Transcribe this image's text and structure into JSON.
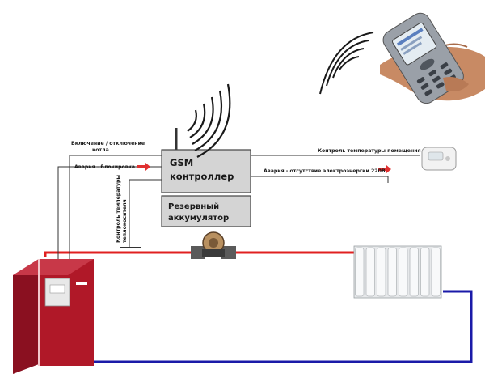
{
  "labels": {
    "boiler_switch_line1": "Включение / отключение",
    "boiler_switch_line2": "котла",
    "alarm_block": "Авария - блокировка",
    "room_temp": "Контроль температуры помещения",
    "power_alarm": "Авария - отсутствие электроэнергии 220В",
    "coolant_temp_line1": "Контроль температуры",
    "coolant_temp_line2": "теплоносителя"
  },
  "gsm_controller": {
    "line1": "GSM",
    "line2": "контроллер"
  },
  "backup_battery": {
    "line1": "Резервный",
    "line2": "аккумулятор"
  },
  "colors": {
    "supply_pipe": "#e02020",
    "return_pipe": "#1a1aa8",
    "signal_line": "#333333",
    "box_fill": "#d4d4d4",
    "box_stroke": "#444444",
    "boiler_body": "#b01828",
    "alarm_arrow": "#e03030"
  },
  "icons": [
    "phone-icon",
    "wireless-signal-icon",
    "circulation-pump-icon",
    "radiator-icon",
    "thermostat-icon",
    "boiler-icon"
  ]
}
